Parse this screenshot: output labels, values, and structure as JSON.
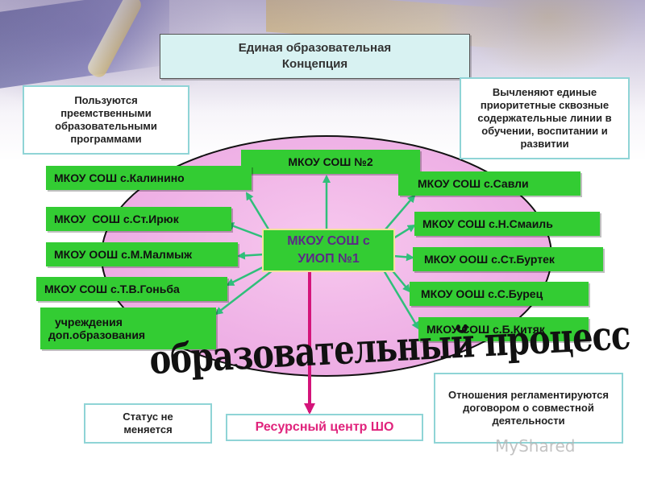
{
  "title_box": {
    "line1": "Единая образовательная",
    "line2": "Концепция"
  },
  "left_note": {
    "text": "Пользуются преемственными образовательными программами"
  },
  "right_note": {
    "text": "Вычленяют единые приоритетные сквозные содержательные линии в обучении, воспитании и развитии"
  },
  "center_node": {
    "line1": "МКОУ СОШ с",
    "line2": "УИОП №1"
  },
  "top_node": "МКОУ СОШ №2",
  "left_nodes": [
    "МКОУ СОШ с.Калинино",
    "МКОУ  СОШ с.Ст.Ирюк",
    "МКОУ ООШ с.М.Малмыж",
    "МКОУ СОШ с.Т.В.Гоньба",
    {
      "line1": "учреждения",
      "line2": "доп.образования"
    }
  ],
  "right_nodes": [
    "МКОУ СОШ с.Савли",
    "МКОУ СОШ с.Н.Смаиль",
    "МКОУ ООШ с.Ст.Буртек",
    "МКОУ ООШ с.С.Бурец",
    "МКОУ СОШ с.Б.Китяк"
  ],
  "process_label": "образовательный процесс",
  "status_note": {
    "line1": "Статус не",
    "line2": "меняется"
  },
  "resource_center": "Ресурсный центр ШО",
  "relations_note": {
    "text": "Отношения регламентируются договором о совместной деятельности"
  },
  "watermark": "MyShared",
  "colors": {
    "node_green": "#33cc33",
    "ellipse_pink": "#efb2e6",
    "arrow_green": "#2fbf7a",
    "resource_arrow": "#d4147a",
    "note_border": "#8fd4d6"
  }
}
